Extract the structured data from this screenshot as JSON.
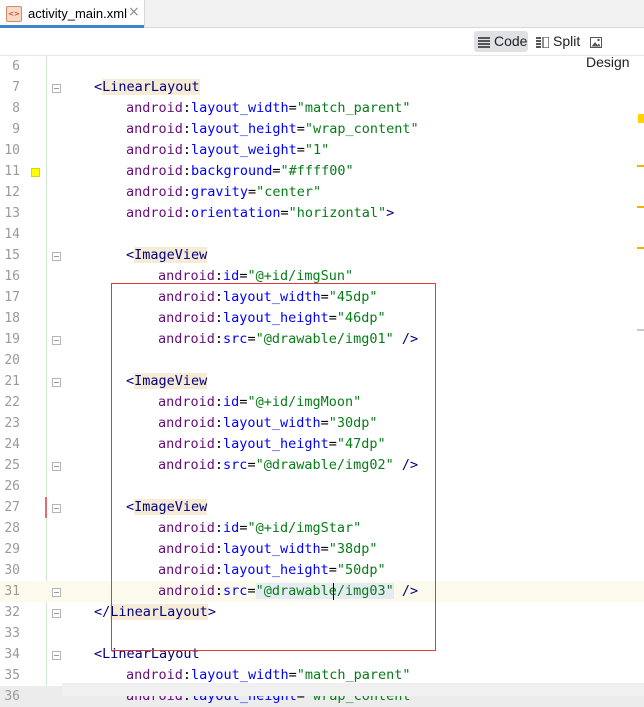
{
  "tabs": [
    {
      "label": "activity_main.xml",
      "icon": "xml-file-icon",
      "close": "×"
    }
  ],
  "view_modes": {
    "code": "Code",
    "split": "Split",
    "design": "Design",
    "active": "code"
  },
  "colors": {
    "highlight_background": "#ffff00",
    "selection_box": "#e53935",
    "tag": "#000080",
    "namespace": "#660e7a",
    "attribute": "#0000ff",
    "value": "#067d17"
  },
  "current_line": 31,
  "lines": [
    {
      "n": "6",
      "tokens": []
    },
    {
      "n": "7",
      "tokens": [
        {
          "t": "<",
          "c": "tag"
        },
        {
          "t": "LinearLayout",
          "c": "tag"
        }
      ]
    },
    {
      "n": "8",
      "tokens": [
        {
          "t": "android",
          "c": "ns"
        },
        {
          "t": ":",
          "c": ""
        },
        {
          "t": "layout_width",
          "c": "attr"
        },
        {
          "t": "=",
          "c": ""
        },
        {
          "t": "\"match_parent\"",
          "c": "val"
        }
      ]
    },
    {
      "n": "9",
      "tokens": [
        {
          "t": "android",
          "c": "ns"
        },
        {
          "t": ":",
          "c": ""
        },
        {
          "t": "layout_height",
          "c": "attr"
        },
        {
          "t": "=",
          "c": ""
        },
        {
          "t": "\"wrap_content\"",
          "c": "val"
        }
      ]
    },
    {
      "n": "10",
      "tokens": [
        {
          "t": "android",
          "c": "ns"
        },
        {
          "t": ":",
          "c": ""
        },
        {
          "t": "layout_weight",
          "c": "attr"
        },
        {
          "t": "=",
          "c": ""
        },
        {
          "t": "\"1\"",
          "c": "val"
        }
      ]
    },
    {
      "n": "11",
      "tokens": [
        {
          "t": "android",
          "c": "ns"
        },
        {
          "t": ":",
          "c": ""
        },
        {
          "t": "background",
          "c": "attr"
        },
        {
          "t": "=",
          "c": ""
        },
        {
          "t": "\"#ffff00\"",
          "c": "val"
        }
      ]
    },
    {
      "n": "12",
      "tokens": [
        {
          "t": "android",
          "c": "ns"
        },
        {
          "t": ":",
          "c": ""
        },
        {
          "t": "gravity",
          "c": "attr"
        },
        {
          "t": "=",
          "c": ""
        },
        {
          "t": "\"center\"",
          "c": "val"
        }
      ]
    },
    {
      "n": "13",
      "tokens": [
        {
          "t": "android",
          "c": "ns"
        },
        {
          "t": ":",
          "c": ""
        },
        {
          "t": "orientation",
          "c": "attr"
        },
        {
          "t": "=",
          "c": ""
        },
        {
          "t": "\"horizontal\"",
          "c": "val"
        },
        {
          "t": ">",
          "c": "tag"
        }
      ]
    },
    {
      "n": "14",
      "tokens": []
    },
    {
      "n": "15",
      "tokens": [
        {
          "t": "<",
          "c": "tag"
        },
        {
          "t": "ImageView",
          "c": "tag"
        }
      ]
    },
    {
      "n": "16",
      "tokens": [
        {
          "t": "android",
          "c": "ns"
        },
        {
          "t": ":",
          "c": ""
        },
        {
          "t": "id",
          "c": "attr"
        },
        {
          "t": "=",
          "c": ""
        },
        {
          "t": "\"@+id/imgSun\"",
          "c": "val"
        }
      ]
    },
    {
      "n": "17",
      "tokens": [
        {
          "t": "android",
          "c": "ns"
        },
        {
          "t": ":",
          "c": ""
        },
        {
          "t": "layout_width",
          "c": "attr"
        },
        {
          "t": "=",
          "c": ""
        },
        {
          "t": "\"45dp\"",
          "c": "val"
        }
      ]
    },
    {
      "n": "18",
      "tokens": [
        {
          "t": "android",
          "c": "ns"
        },
        {
          "t": ":",
          "c": ""
        },
        {
          "t": "layout_height",
          "c": "attr"
        },
        {
          "t": "=",
          "c": ""
        },
        {
          "t": "\"46dp\"",
          "c": "val"
        }
      ]
    },
    {
      "n": "19",
      "tokens": [
        {
          "t": "android",
          "c": "ns"
        },
        {
          "t": ":",
          "c": ""
        },
        {
          "t": "src",
          "c": "attr"
        },
        {
          "t": "=",
          "c": ""
        },
        {
          "t": "\"@drawable/img01\"",
          "c": "val"
        },
        {
          "t": " />",
          "c": "tag"
        }
      ]
    },
    {
      "n": "20",
      "tokens": []
    },
    {
      "n": "21",
      "tokens": [
        {
          "t": "<",
          "c": "tag"
        },
        {
          "t": "ImageView",
          "c": "tag"
        }
      ]
    },
    {
      "n": "22",
      "tokens": [
        {
          "t": "android",
          "c": "ns"
        },
        {
          "t": ":",
          "c": ""
        },
        {
          "t": "id",
          "c": "attr"
        },
        {
          "t": "=",
          "c": ""
        },
        {
          "t": "\"@+id/imgMoon\"",
          "c": "val"
        }
      ]
    },
    {
      "n": "23",
      "tokens": [
        {
          "t": "android",
          "c": "ns"
        },
        {
          "t": ":",
          "c": ""
        },
        {
          "t": "layout_width",
          "c": "attr"
        },
        {
          "t": "=",
          "c": ""
        },
        {
          "t": "\"30dp\"",
          "c": "val"
        }
      ]
    },
    {
      "n": "24",
      "tokens": [
        {
          "t": "android",
          "c": "ns"
        },
        {
          "t": ":",
          "c": ""
        },
        {
          "t": "layout_height",
          "c": "attr"
        },
        {
          "t": "=",
          "c": ""
        },
        {
          "t": "\"47dp\"",
          "c": "val"
        }
      ]
    },
    {
      "n": "25",
      "tokens": [
        {
          "t": "android",
          "c": "ns"
        },
        {
          "t": ":",
          "c": ""
        },
        {
          "t": "src",
          "c": "attr"
        },
        {
          "t": "=",
          "c": ""
        },
        {
          "t": "\"@drawable/img02\"",
          "c": "val"
        },
        {
          "t": " />",
          "c": "tag"
        }
      ]
    },
    {
      "n": "26",
      "tokens": []
    },
    {
      "n": "27",
      "tokens": [
        {
          "t": "<",
          "c": "tag"
        },
        {
          "t": "ImageView",
          "c": "tag"
        }
      ]
    },
    {
      "n": "28",
      "tokens": [
        {
          "t": "android",
          "c": "ns"
        },
        {
          "t": ":",
          "c": ""
        },
        {
          "t": "id",
          "c": "attr"
        },
        {
          "t": "=",
          "c": ""
        },
        {
          "t": "\"@+id/imgStar\"",
          "c": "val"
        }
      ]
    },
    {
      "n": "29",
      "tokens": [
        {
          "t": "android",
          "c": "ns"
        },
        {
          "t": ":",
          "c": ""
        },
        {
          "t": "layout_width",
          "c": "attr"
        },
        {
          "t": "=",
          "c": ""
        },
        {
          "t": "\"38dp\"",
          "c": "val"
        }
      ]
    },
    {
      "n": "30",
      "tokens": [
        {
          "t": "android",
          "c": "ns"
        },
        {
          "t": ":",
          "c": ""
        },
        {
          "t": "layout_height",
          "c": "attr"
        },
        {
          "t": "=",
          "c": ""
        },
        {
          "t": "\"50dp\"",
          "c": "val"
        }
      ]
    },
    {
      "n": "31",
      "tokens": [
        {
          "t": "android",
          "c": "ns"
        },
        {
          "t": ":",
          "c": ""
        },
        {
          "t": "src",
          "c": "attr"
        },
        {
          "t": "=",
          "c": ""
        },
        {
          "t": "\"@drawable",
          "c": "val"
        },
        {
          "t": "/img03\"",
          "c": "val"
        },
        {
          "t": " />",
          "c": "tag"
        }
      ]
    },
    {
      "n": "32",
      "tokens": [
        {
          "t": "</",
          "c": "tag"
        },
        {
          "t": "LinearLayout",
          "c": "tag"
        },
        {
          "t": ">",
          "c": "tag"
        }
      ]
    },
    {
      "n": "33",
      "tokens": []
    },
    {
      "n": "34",
      "tokens": [
        {
          "t": "<",
          "c": "tag"
        },
        {
          "t": "LinearLayout",
          "c": "tag"
        }
      ]
    },
    {
      "n": "35",
      "tokens": [
        {
          "t": "android",
          "c": "ns"
        },
        {
          "t": ":",
          "c": ""
        },
        {
          "t": "layout_width",
          "c": "attr"
        },
        {
          "t": "=",
          "c": ""
        },
        {
          "t": "\"match_parent\"",
          "c": "val"
        }
      ]
    },
    {
      "n": "36",
      "tokens": [
        {
          "t": "android",
          "c": "ns"
        },
        {
          "t": ":",
          "c": ""
        },
        {
          "t": "layout_height",
          "c": "attr"
        },
        {
          "t": "=",
          "c": ""
        },
        {
          "t": "\"wrap_content\"",
          "c": "val"
        }
      ]
    }
  ]
}
